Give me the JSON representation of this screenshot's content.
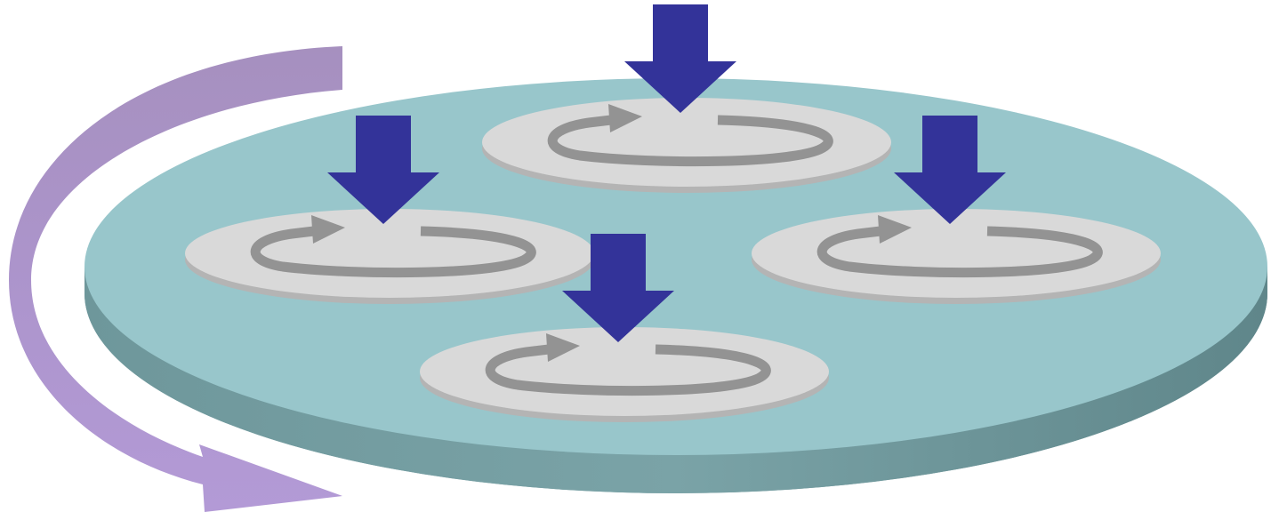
{
  "colors": {
    "background": "#ffffff",
    "platen_top": "#98c6cb",
    "platen_edge": "#729b9f",
    "platen_edge_dark": "#5a7f83",
    "wafer_fill": "#d9d9d9",
    "wafer_edge": "#b4b4b4",
    "spin_arrow": "#939393",
    "pressure_arrow": "#333399",
    "rotation_arrow_top": "#a690bf",
    "rotation_arrow_bottom": "#b39ad6"
  },
  "icons": {
    "platen": "rotating-platen-disc",
    "carrier": "wafer-carrier-disc",
    "spin": "circular-spin-arrow-icon",
    "pressure": "down-arrow-icon",
    "rotation": "curved-rotation-arrow-icon"
  },
  "carrier_count": 4
}
